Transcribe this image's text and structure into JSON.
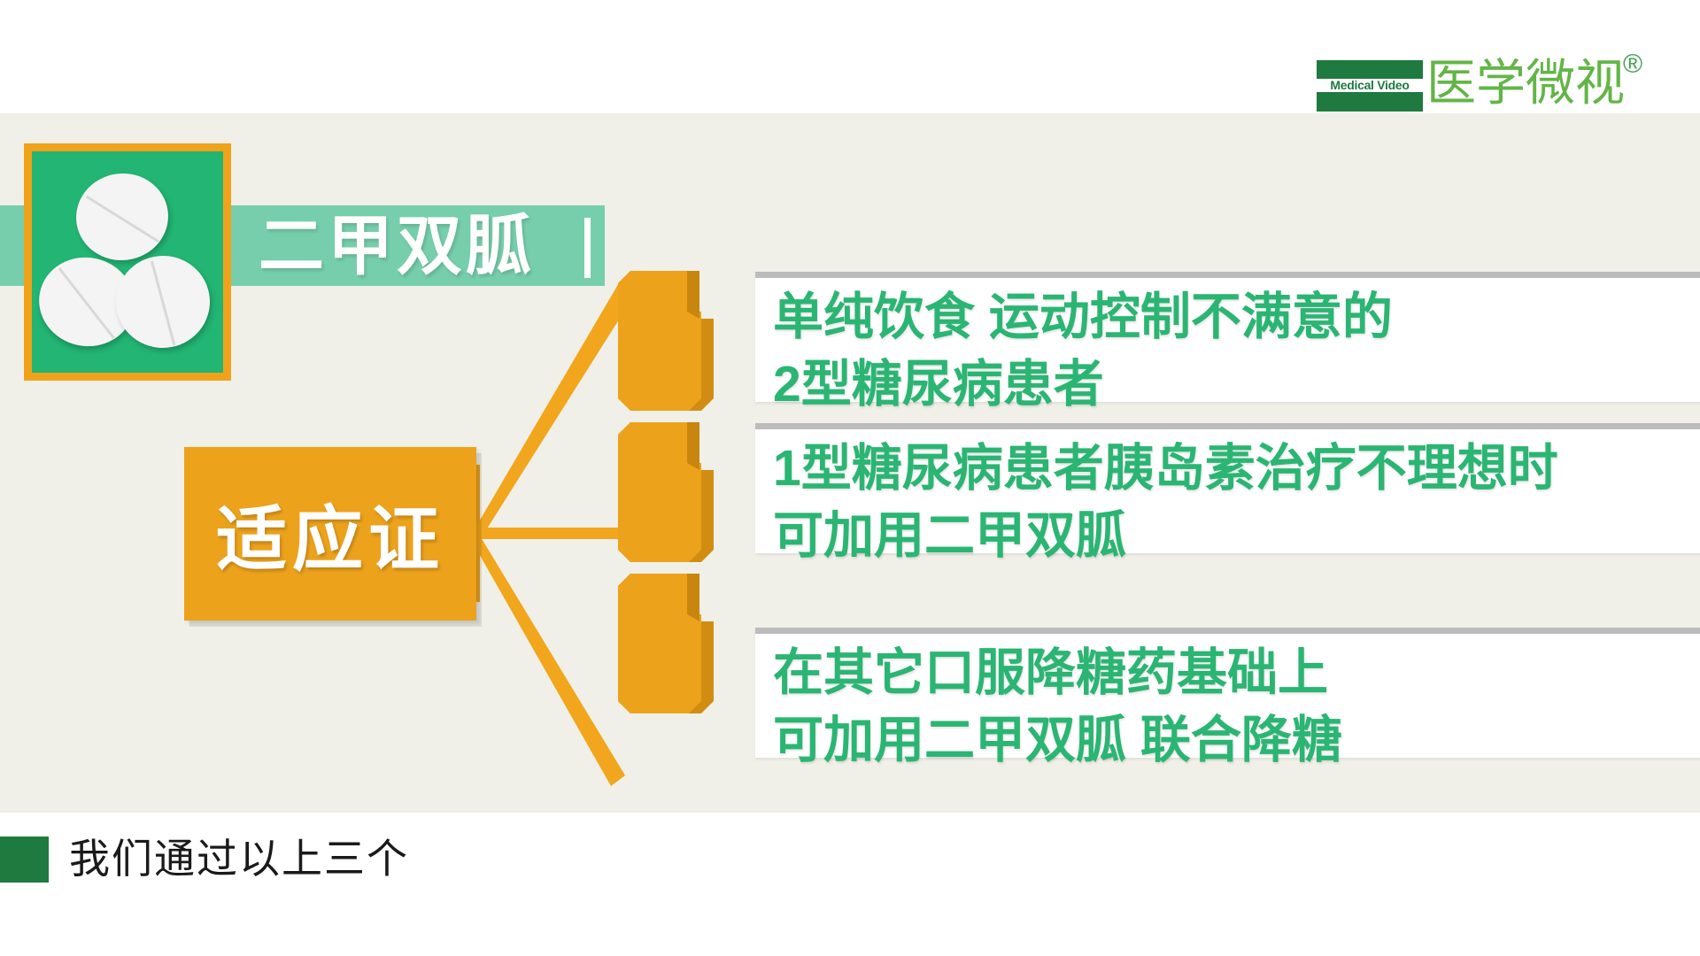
{
  "logo": {
    "english": "Medical Video",
    "chinese": "医学微视",
    "registered": "®",
    "box_color": "#1f7a3f",
    "text_color": "#63b547"
  },
  "title": {
    "text": "二甲双胍",
    "band_color": "#76ceac",
    "text_color": "#ffffff"
  },
  "icon": {
    "name": "pill-tablets-icon",
    "border_color": "#f0a21b",
    "fill_color": "#22b573"
  },
  "node": {
    "label": "适应证",
    "fill_color": "#eda21c",
    "text_color": "#ffffff"
  },
  "items": [
    {
      "marker": "orange-notched-marker",
      "lines": [
        "单纯饮食 运动控制不满意的",
        "2型糖尿病患者"
      ]
    },
    {
      "marker": "orange-notched-marker",
      "lines": [
        "1型糖尿病患者胰岛素治疗不理想时",
        "可加用二甲双胍"
      ]
    },
    {
      "marker": "orange-notched-marker",
      "lines": [
        "在其它口服降糖药基础上",
        "可加用二甲双胍 联合降糖"
      ]
    }
  ],
  "caption": {
    "text": "我们通过以上三个",
    "marker_color": "#1f7a3f",
    "text_color": "#1a1a1a"
  },
  "theme": {
    "background": "#ffffff",
    "body_background": "#f0f0e8",
    "accent_orange": "#eda21c",
    "accent_green": "#2bb573",
    "panel_border": "#bcbcbc"
  }
}
